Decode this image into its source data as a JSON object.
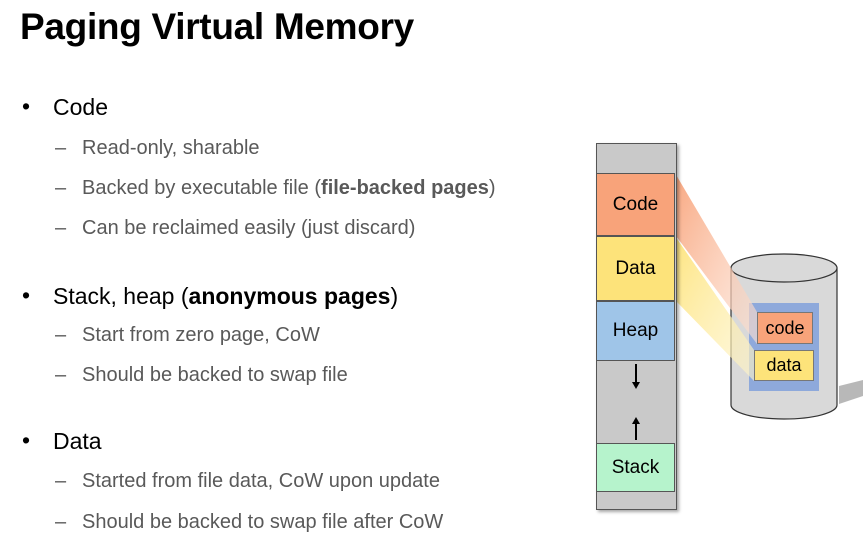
{
  "title": "Paging Virtual Memory",
  "sections": [
    {
      "bullet": "•",
      "label": "Code",
      "items": [
        {
          "pre": "Read-only, sharable",
          "bold": "",
          "post": ""
        },
        {
          "pre": "Backed by executable file (",
          "bold": "file-backed pages",
          "post": ")"
        },
        {
          "pre": "Can be reclaimed easily (just discard)",
          "bold": "",
          "post": ""
        }
      ]
    },
    {
      "bullet": "•",
      "label_pre": "Stack, heap (",
      "label_bold": "anonymous pages",
      "label_post": ")",
      "items": [
        {
          "pre": "Start from zero page, CoW",
          "bold": "",
          "post": ""
        },
        {
          "pre": "Should be backed to swap file",
          "bold": "",
          "post": ""
        }
      ]
    },
    {
      "bullet": "•",
      "label": "Data",
      "items": [
        {
          "pre": "Started from file data, CoW upon update",
          "bold": "",
          "post": ""
        },
        {
          "pre": "Should be backed to swap file after CoW",
          "bold": "",
          "post": ""
        }
      ]
    }
  ],
  "dash": "–",
  "diagram": {
    "segments": {
      "code": "Code",
      "data": "Data",
      "heap": "Heap",
      "stack": "Stack"
    },
    "file_pages": {
      "code": "code",
      "data": "data"
    },
    "colors": {
      "code": "#f8a37a",
      "data": "#fde37a",
      "heap": "#9fc5e8",
      "stack": "#b6f3cc",
      "column": "#c9c9c9",
      "disk": "#d9d9d9",
      "file_back": "#8ea9db"
    }
  }
}
